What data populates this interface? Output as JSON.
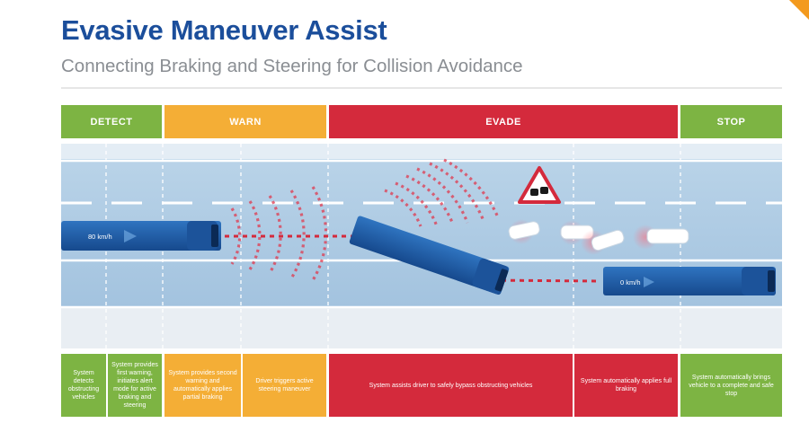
{
  "header": {
    "title": "Evasive Maneuver Assist",
    "subtitle": "Connecting Braking and Steering for Collision Avoidance"
  },
  "phases": {
    "detect": "DETECT",
    "warn": "WARN",
    "evade": "EVADE",
    "stop": "STOP"
  },
  "scene": {
    "truck_start_speed": "80 km/h",
    "truck_end_speed": "0 km/h",
    "warning_icon": "warning-triangle-icon"
  },
  "descriptions": {
    "d1": "System detects obstructing vehicles",
    "d2": "System provides first warning, initiates alert mode for active braking and steering",
    "d3": "System provides second warning and automatically applies partial braking",
    "d4": "Driver triggers active steering maneuver",
    "d5": "System assists driver to safely bypass obstructing vehicles",
    "d6": "System automatically applies full braking",
    "d7": "System automatically brings vehicle to a complete and safe stop"
  },
  "colors": {
    "detect": "#7db443",
    "warn": "#f4ae36",
    "evade": "#d42a3c",
    "stop": "#7db443",
    "title": "#1b4e9b"
  }
}
